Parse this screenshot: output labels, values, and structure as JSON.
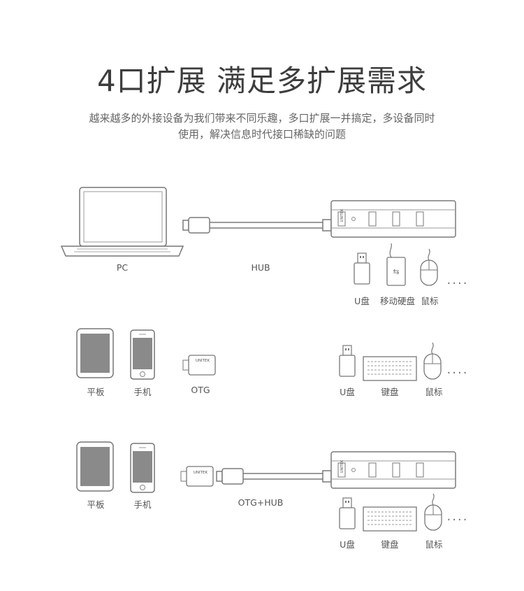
{
  "headline": "4口扩展 满足多扩展需求",
  "description_line1": "越来越多的外接设备为我们带来不同乐趣，多口扩展一并搞定，多设备同时",
  "description_line2": "使用，解决信息时代接口稀缺的问题",
  "brand": "UNITEK",
  "ellipsis": "....",
  "scene1": {
    "pc_label": "PC",
    "hub_label": "HUB",
    "devices": [
      "U盘",
      "移动硬盘",
      "鼠标"
    ]
  },
  "scene2": {
    "tablet_label": "平板",
    "phone_label": "手机",
    "otg_label": "OTG",
    "devices": [
      "U盘",
      "键盘",
      "鼠标"
    ]
  },
  "scene3": {
    "tablet_label": "平板",
    "phone_label": "手机",
    "link_label": "OTG+HUB",
    "devices": [
      "U盘",
      "键盘",
      "鼠标"
    ]
  },
  "colors": {
    "line": "#7a7a7a",
    "screen": "#8a8a8a",
    "title": "#3d3d3d"
  }
}
